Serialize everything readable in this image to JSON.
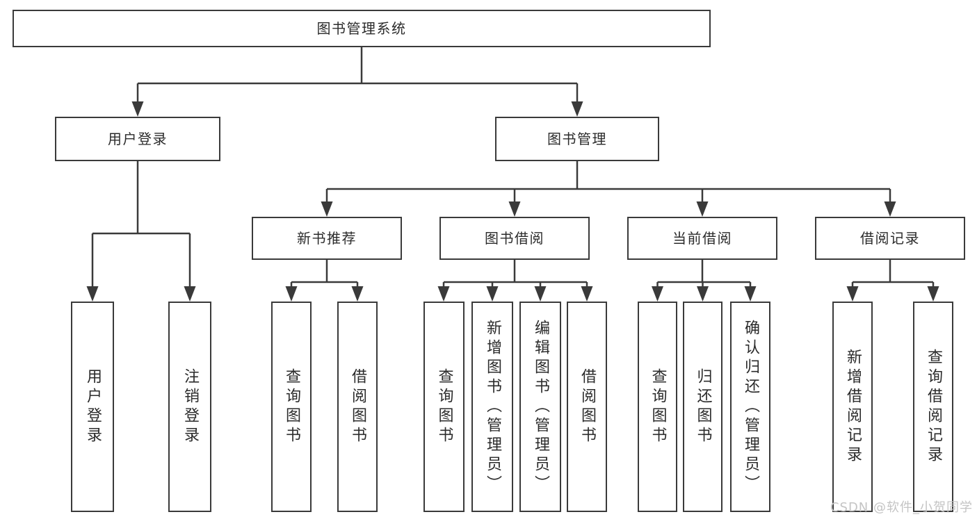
{
  "root": {
    "label": "图书管理系统"
  },
  "branches": {
    "user_login": {
      "label": "用户登录",
      "children": [
        {
          "label": "用户登录"
        },
        {
          "label": "注销登录"
        }
      ]
    },
    "book_management": {
      "label": "图书管理",
      "sections": {
        "new_book_recommendation": {
          "label": "新书推荐",
          "children": [
            {
              "label": "查询图书"
            },
            {
              "label": "借阅图书"
            }
          ]
        },
        "book_borrowing": {
          "label": "图书借阅",
          "children": [
            {
              "label": "查询图书"
            },
            {
              "label": "新增图书（管理员）"
            },
            {
              "label": "编辑图书（管理员）"
            },
            {
              "label": "借阅图书"
            }
          ]
        },
        "current_borrowing": {
          "label": "当前借阅",
          "children": [
            {
              "label": "查询图书"
            },
            {
              "label": "归还图书"
            },
            {
              "label": "确认归还（管理员）"
            }
          ]
        },
        "borrowing_records": {
          "label": "借阅记录",
          "children": [
            {
              "label": "新增借阅记录"
            },
            {
              "label": "查询借阅记录"
            }
          ]
        }
      }
    }
  },
  "watermark": {
    "text": "CSDN @软件_小贺同学"
  },
  "colors": {
    "line": "#3a3a3a",
    "box_border": "#3a3a3a",
    "text": "#2b2b2b",
    "background": "#ffffff",
    "watermark": "#c4c4c4"
  }
}
